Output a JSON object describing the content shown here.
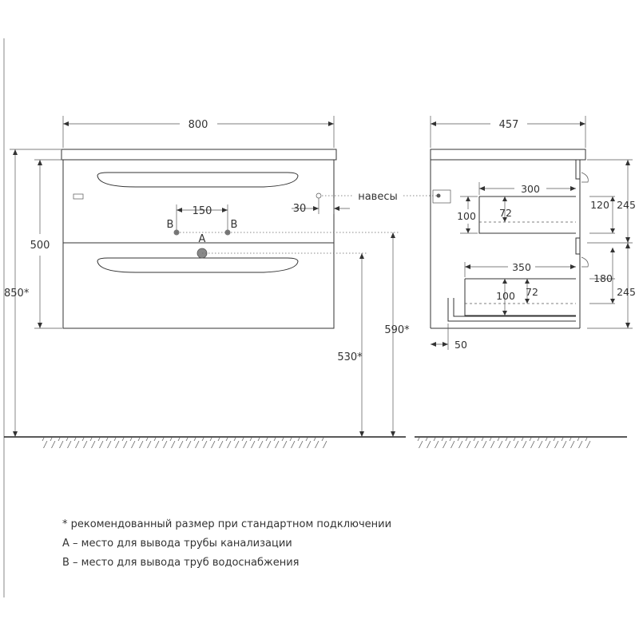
{
  "front_view": {
    "width": "800",
    "body_height": "500",
    "total_height": "850*",
    "pipe_spacing": "150",
    "hinge_offset": "30",
    "drain_height": "530*",
    "water_height": "590*",
    "label_a": "A",
    "label_b_left": "B",
    "label_b_right": "B",
    "hinge_label": "навесы"
  },
  "side_view": {
    "depth": "457",
    "drawer_top_depth": "300",
    "drawer_bottom_depth": "350",
    "top_drawer_height": "100",
    "top_drawer_inner": "72",
    "top_drawer_front": "120",
    "top_section": "245",
    "bottom_drawer_height": "100",
    "bottom_drawer_inner": "72",
    "bottom_drawer_front": "180",
    "bottom_section": "245",
    "back_offset": "50"
  },
  "notes": {
    "recommended": "* рекомендованный размер при стандартном подключении",
    "a_desc": "А – место для вывода трубы канализации",
    "b_desc": "В – место для вывода труб водоснабжения"
  }
}
